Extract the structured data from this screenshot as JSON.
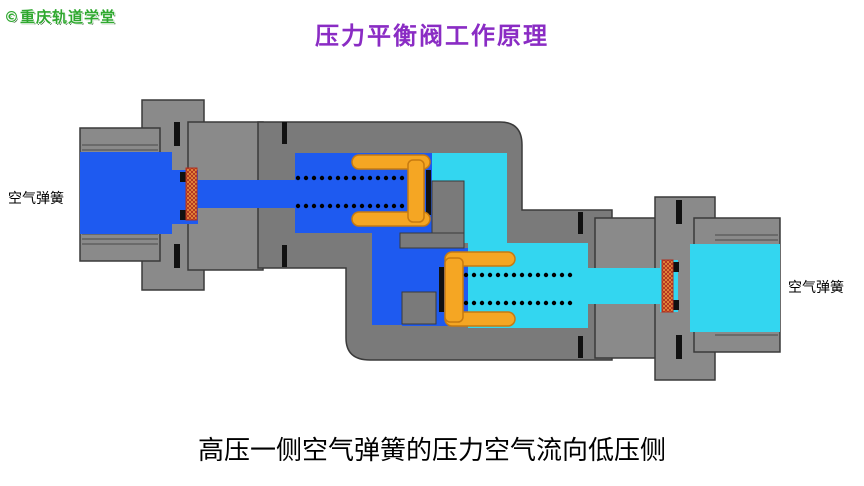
{
  "watermark": "©重庆轨道学堂",
  "title": "压力平衡阀工作原理",
  "labels": {
    "left_port": "空气弹簧",
    "right_port": "空气弹簧"
  },
  "caption": "高压一侧空气弹簧的压力空气流向低压侧",
  "colors": {
    "body": "#7a7a7a",
    "body_outline": "#3a3a3a",
    "high_pressure": "#1e5af0",
    "low_pressure": "#33d6f0",
    "valve": "#f5a623",
    "title": "#8a2cc4"
  }
}
